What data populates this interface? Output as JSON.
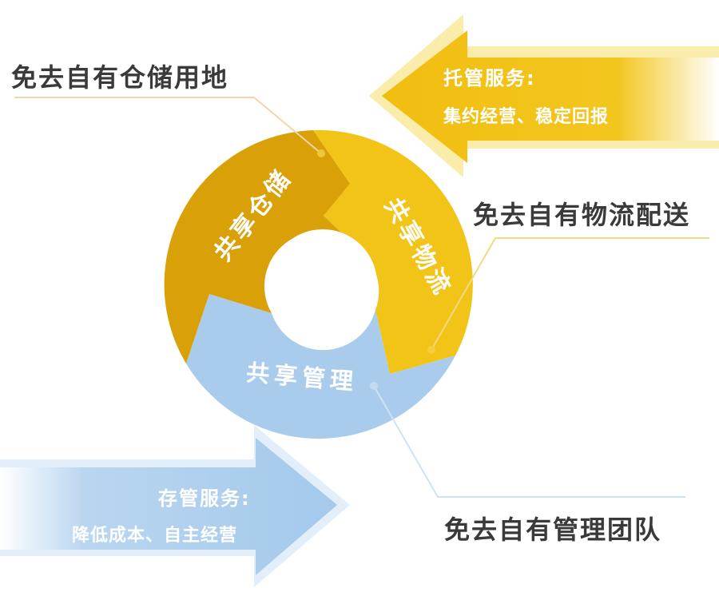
{
  "callouts": {
    "top_left": "免去自有仓储用地",
    "right": "免去自有物流配送",
    "bottom_right": "免去自有管理团队"
  },
  "arrows": {
    "top_right": {
      "title": "托管服务:",
      "subtitle": "集约经营、稳定回报"
    },
    "bottom_left": {
      "title": "存管服务:",
      "subtitle": "降低成本、自主经营"
    }
  },
  "ring": {
    "segments": [
      {
        "label": "共享仓储",
        "color": "#D9A008"
      },
      {
        "label": "共享物流",
        "color": "#F2C417"
      },
      {
        "label": "共享管理",
        "color": "#A9CCEC"
      }
    ]
  },
  "colors": {
    "gold_arrow": "#F3C31A",
    "blue_arrow": "#A9CCEC",
    "dark_text": "#3a3a3a"
  }
}
